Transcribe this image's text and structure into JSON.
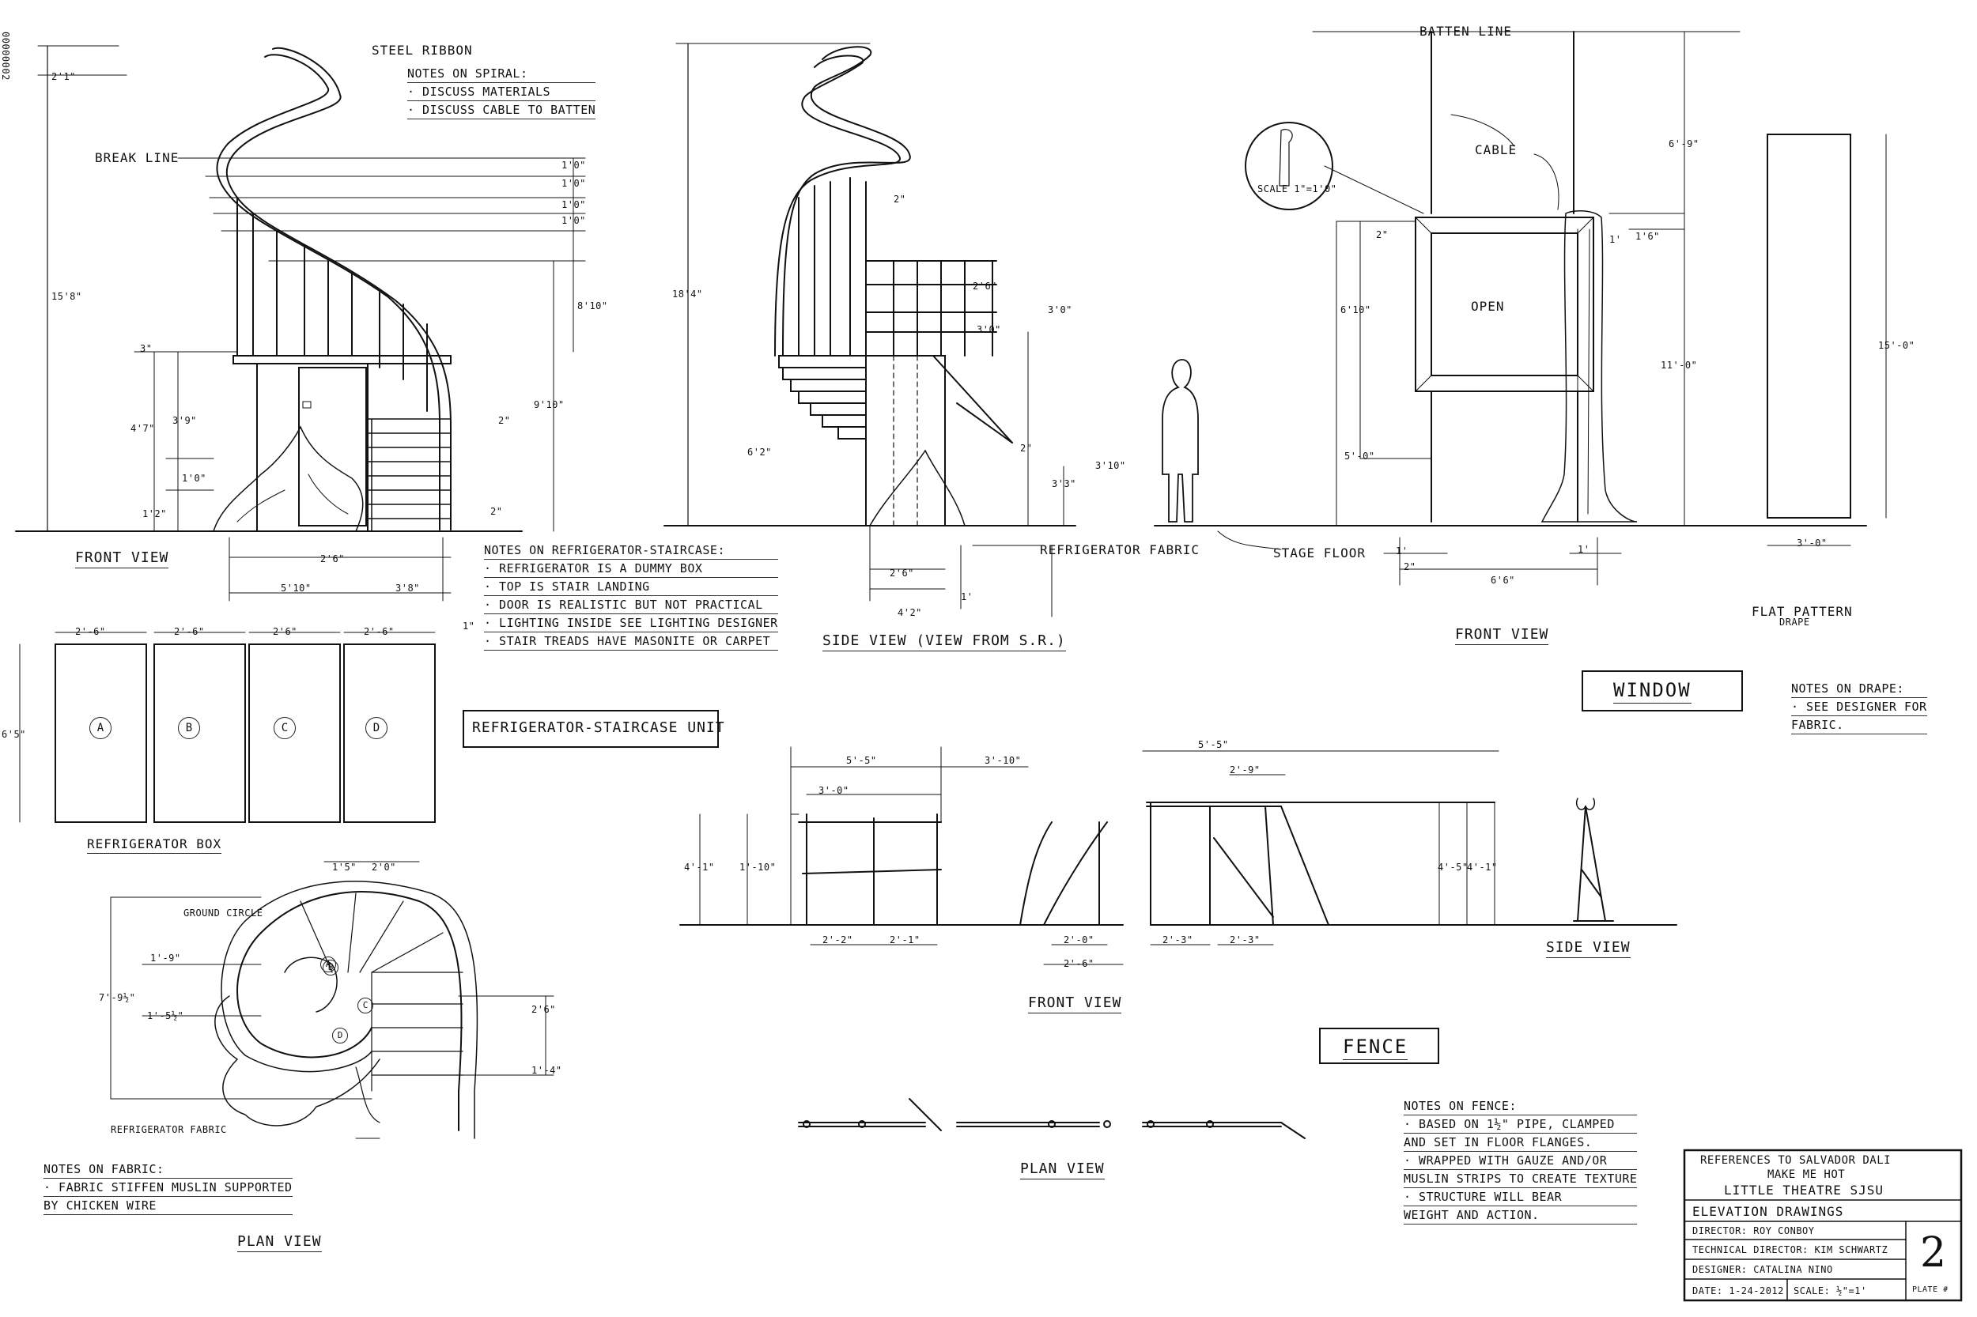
{
  "sheet_id": "00000002",
  "stair": {
    "steel_ribbon": "STEEL RIBBON",
    "break_line": "BREAK LINE",
    "notes_spiral": [
      "NOTES ON SPIRAL:",
      "· DISCUSS MATERIALS",
      "· DISCUSS CABLE TO BATTEN"
    ],
    "front_view": "FRONT VIEW",
    "side_view": "SIDE VIEW (VIEW FROM S.R.)",
    "refrigerator_fabric": "REFRIGERATOR FABRIC",
    "stage_floor": "STAGE FLOOR",
    "dims_front": [
      "2'1\"",
      "15'8\"",
      "1'0\"",
      "1'0\"",
      "1'0\"",
      "1'0\"",
      "8'10\"",
      "3\"",
      "3'9\"",
      "4'7\"",
      "1'0\"",
      "1'2\"",
      "9'10\"",
      "2\"",
      "2\"",
      "2'6\"",
      "5'10\"",
      "3'8\"",
      "1\""
    ],
    "dims_side": [
      "18'4\"",
      "6'2\"",
      "2\"",
      "2'6\"",
      "3'0\"",
      "3'0\"",
      "2\"",
      "3'10\"",
      "3'3\"",
      "2'6\"",
      "4'2\"",
      "1'"
    ],
    "notes_fridge": [
      "NOTES ON REFRIGERATOR-STAIRCASE:",
      "· REFRIGERATOR IS A DUMMY BOX",
      "· TOP IS STAIR LANDING",
      "· DOOR IS REALISTIC BUT NOT PRACTICAL",
      "· LIGHTING INSIDE SEE LIGHTING DESIGNER",
      "· STAIR TREADS HAVE MASONITE OR CARPET"
    ],
    "unit_title": "REFRIGERATOR-STAIRCASE UNIT",
    "fridge_box": "REFRIGERATOR BOX",
    "panel_dims": [
      "2'-6\"",
      "2'-6\"",
      "2'6\"",
      "2'-6\""
    ],
    "panel_height": "6'5\"",
    "panel_labels": [
      "A",
      "B",
      "C",
      "D"
    ]
  },
  "window": {
    "batten_line": "BATTEN LINE",
    "cable": "CABLE",
    "scale_detail": "SCALE 1\"=1'0\"",
    "open": "OPEN",
    "front_view": "FRONT VIEW",
    "dims": [
      "6'-9\"",
      "1'6\"",
      "2\"",
      "6'10\"",
      "11'-0\"",
      "5'-0\"",
      "6'6\"",
      "1'",
      "1'",
      "2\"",
      "1'",
      "15'-0\"",
      "3'-0\""
    ],
    "flat_pattern": "FLAT PATTERN",
    "drape": "DRAPE",
    "title": "WINDOW",
    "notes_drape": [
      "NOTES ON DRAPE:",
      "· SEE DESIGNER FOR",
      "FABRIC."
    ]
  },
  "plan": {
    "title": "PLAN VIEW",
    "ground_circle": "GROUND CIRCLE",
    "fridge_fabric": "REFRIGERATOR FABRIC",
    "labels": [
      "A",
      "B",
      "C",
      "D"
    ],
    "dims": [
      "1'5\"",
      "2'0\"",
      "7'-9½\"",
      "1'-9\"",
      "1'-5½\"",
      "2'6\"",
      "1'-4\""
    ],
    "notes_fabric": [
      "NOTES ON FABRIC:",
      "· FABRIC STIFFEN MUSLIN SUPPORTED",
      "BY CHICKEN WIRE"
    ]
  },
  "fence": {
    "front_view": "FRONT VIEW",
    "side_view": "SIDE VIEW",
    "plan_view": "PLAN VIEW",
    "title": "FENCE",
    "dims": [
      "5'-5\"",
      "3'-10\"",
      "5'-5\"",
      "3'-0\"",
      "2'-9\"",
      "4'-1\"",
      "1'-10\"",
      "2'-2\"",
      "2'-1\"",
      "2'-0\"",
      "2'-6\"",
      "2'-3\"",
      "2'-3\"",
      "4'-5\"",
      "4'-1\""
    ],
    "notes": [
      "NOTES ON FENCE:",
      "· BASED ON 1½\" PIPE, CLAMPED",
      "AND SET IN FLOOR FLANGES.",
      "· WRAPPED WITH GAUZE AND/OR",
      "MUSLIN STRIPS TO CREATE TEXTURE",
      "· STRUCTURE WILL BEAR",
      "WEIGHT AND ACTION."
    ]
  },
  "title_block": {
    "refs": "REFERENCES TO SALVADOR DALI",
    "show": "MAKE ME HOT",
    "theatre": "LITTLE THEATRE  SJSU",
    "drawing": "ELEVATION DRAWINGS",
    "director": "DIRECTOR: ROY CONBOY",
    "td": "TECHNICAL DIRECTOR: KIM SCHWARTZ",
    "designer": "DESIGNER: CATALINA NINO",
    "date": "DATE: 1-24-2012",
    "scale": "SCALE: ½\"=1'",
    "plate_no": "2",
    "plate_label": "PLATE #"
  }
}
